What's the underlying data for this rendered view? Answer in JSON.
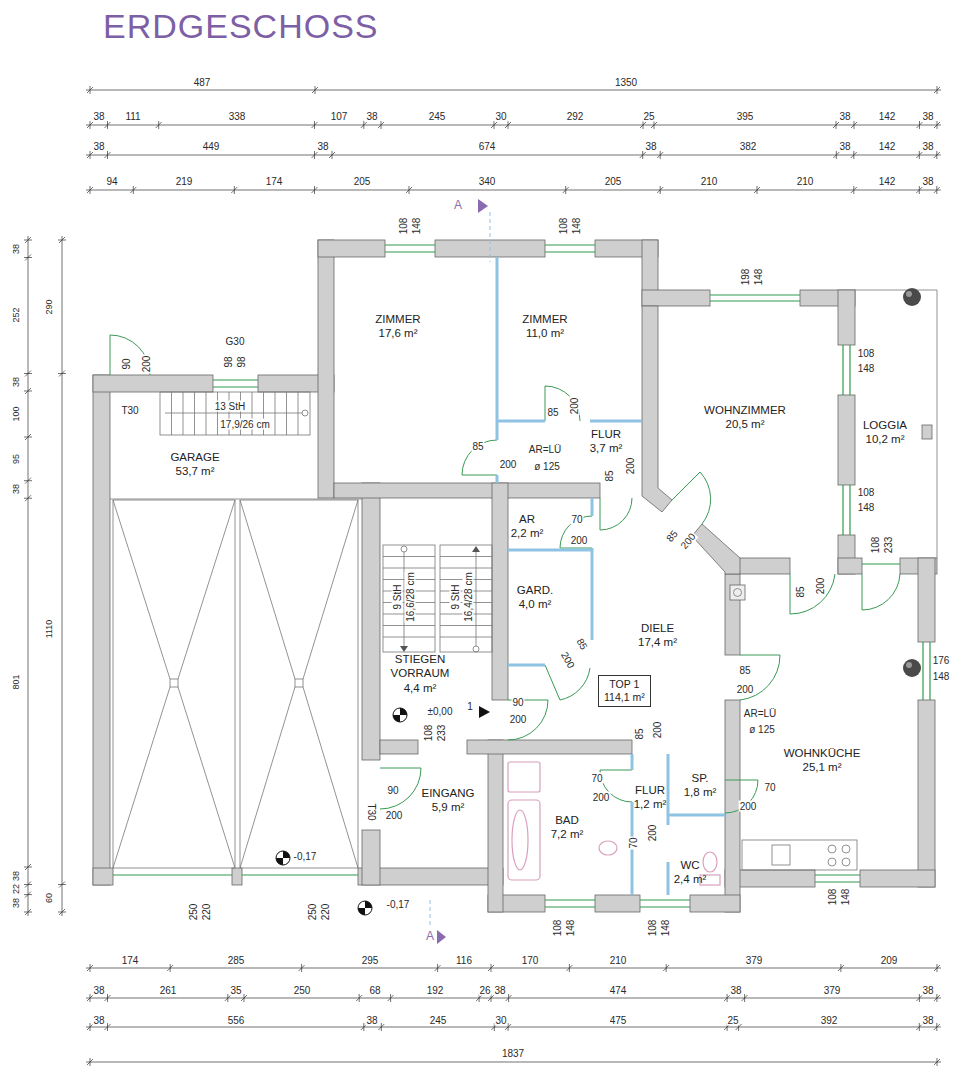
{
  "diagram": {
    "title": "ERDGESCHOSS",
    "nodes": [
      {
        "text": [
          "ZIMMER",
          "17,6 m²"
        ]
      },
      {
        "text": [
          "ZIMMER",
          "11,0 m²"
        ]
      },
      {
        "text": [
          "WOHNZIMMER",
          "20,5 m²"
        ]
      },
      {
        "text": [
          "LOGGIA",
          "10,2 m²"
        ]
      },
      {
        "text": [
          "GARAGE",
          "53,7 m²"
        ]
      },
      {
        "text": [
          "FLUR",
          "3,7 m²"
        ]
      },
      {
        "text": [
          "AR",
          "2,2 m²"
        ]
      },
      {
        "text": [
          "GARD.",
          "4,0 m²"
        ]
      },
      {
        "text": [
          "DIELE",
          "17,4 m²"
        ]
      },
      {
        "text": [
          "STIEGEN VORRAUM",
          "4,4 m²"
        ]
      },
      {
        "text": [
          "TOP 1",
          "114,1 m²"
        ],
        "in": 8
      },
      {
        "text": [
          "EINGANG",
          "5,9 m²"
        ]
      },
      {
        "text": [
          "BAD",
          "7,2 m²"
        ]
      },
      {
        "text": [
          "FLUR",
          "1,2 m²"
        ]
      },
      {
        "text": [
          "SP.",
          "1,8 m²"
        ]
      },
      {
        "text": [
          "WC",
          "2,4 m²"
        ]
      },
      {
        "text": [
          "WOHNKÜCHE",
          "25,1 m²"
        ]
      }
    ],
    "labels": [
      "487",
      "1350",
      "38",
      "111",
      "338",
      "107",
      "38",
      "245",
      "30",
      "292",
      "25",
      "395",
      "38",
      "142",
      "38",
      "38",
      "449",
      "38",
      "674",
      "38",
      "382",
      "38",
      "142",
      "38",
      "94",
      "219",
      "174",
      "205",
      "340",
      "205",
      "210",
      "210",
      "142",
      "38",
      "174",
      "285",
      "295",
      "116",
      "170",
      "210",
      "379",
      "209",
      "38",
      "261",
      "35",
      "250",
      "68",
      "192",
      "26",
      "38",
      "474",
      "38",
      "379",
      "38",
      "38",
      "556",
      "38",
      "245",
      "30",
      "475",
      "25",
      "392",
      "38",
      "1837",
      "38",
      "252",
      "38",
      "100",
      "95",
      "38",
      "801",
      "38",
      "22",
      "38",
      "290",
      "1110",
      "60",
      "G30",
      "98",
      "98",
      "90",
      "200",
      "T30",
      "13 StH",
      "17,9/26 cm",
      "85",
      "200",
      "AR=LÜ",
      "ø 125",
      "85",
      "200",
      "85",
      "200",
      "70",
      "200",
      "85",
      "200",
      "85",
      "200",
      "108",
      "148",
      "108",
      "148",
      "108",
      "233",
      "108",
      "148",
      "108",
      "148",
      "198",
      "148",
      "85",
      "200",
      "85",
      "200",
      "90",
      "200",
      "1",
      "±0,00",
      "108",
      "233",
      "85",
      "200",
      "70",
      "200",
      "70",
      "200",
      "70",
      "200",
      "T30",
      "90",
      "200",
      "176",
      "148",
      "108",
      "148",
      "108",
      "148",
      "108",
      "148",
      "250",
      "220",
      "250",
      "220",
      "9 StH",
      "16,6/28 cm",
      "9 StH",
      "16,4/28 cm",
      "AR=LÜ",
      "ø 125",
      "-0,17",
      "-0,17",
      "A",
      "A"
    ]
  }
}
